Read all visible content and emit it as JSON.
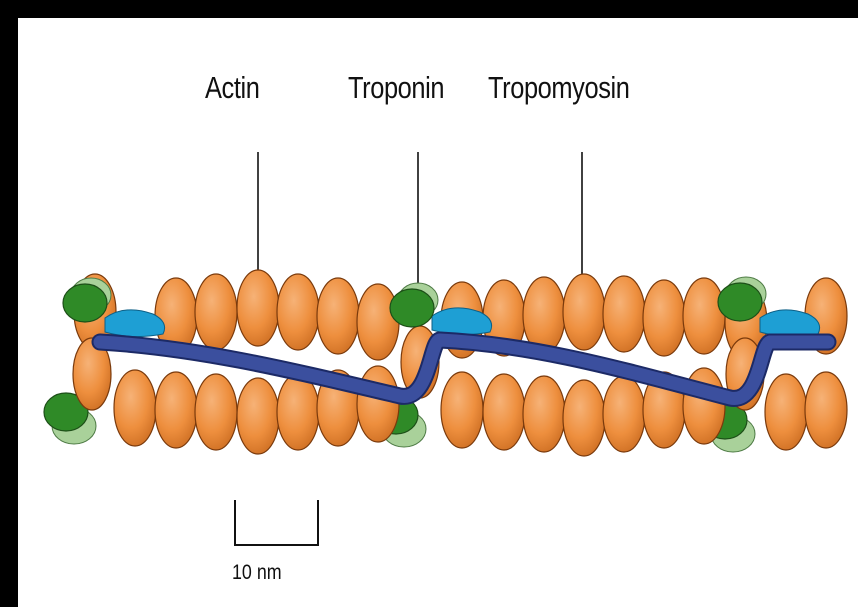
{
  "labels": {
    "actin": "Actin",
    "troponin": "Troponin",
    "tropomyosin": "Tropomyosin"
  },
  "scale_bar": {
    "label": "10 nm"
  },
  "colors": {
    "actin_fill": "#ee8f3e",
    "actin_stroke": "#7a3a0c",
    "troponin_dark": "#2f8a27",
    "troponin_light": "#a9d19a",
    "tropomyosin": "#3b4f9e",
    "tropomyosin_light": "#1e9fd4"
  }
}
